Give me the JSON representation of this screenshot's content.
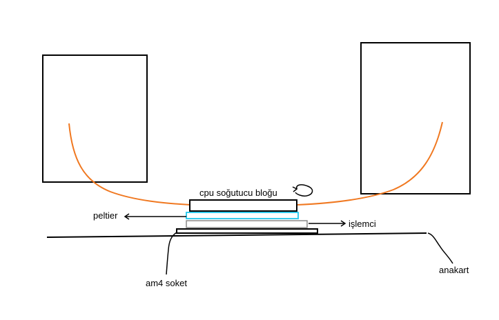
{
  "labels": {
    "cooler_block": "cpu soğutucu bloğu",
    "peltier": "peltier",
    "cpu": "işlemci",
    "socket": "am4 soket",
    "motherboard": "anakart"
  },
  "colors": {
    "tube": "#f07820",
    "peltier": "#33ccee",
    "cpu": "#888888",
    "outline": "#000000",
    "background": "#ffffff"
  }
}
